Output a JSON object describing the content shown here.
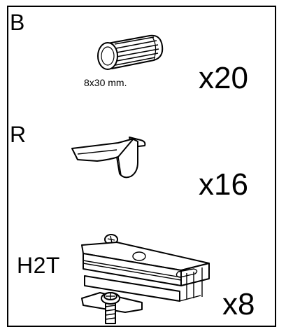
{
  "items": [
    {
      "code": "B",
      "size": "8x30 mm.",
      "quantity": "x20",
      "part_icon": "wood-dowel-icon"
    },
    {
      "code": "R",
      "quantity": "x16",
      "part_icon": "shelf-support-pin-icon"
    },
    {
      "code": "H2T",
      "quantity": "x8",
      "part_icon": "hinge-mounting-plate-icon"
    }
  ]
}
